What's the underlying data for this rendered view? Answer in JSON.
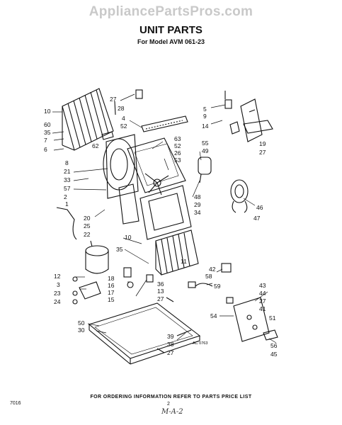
{
  "watermark": "AppliancePartsPros.com",
  "header": {
    "title": "UNIT PARTS",
    "subtitle": "For Model AVM 061-23"
  },
  "diagram": {
    "callouts": [
      {
        "id": "c27a",
        "text": "27"
      },
      {
        "id": "c28",
        "text": "28"
      },
      {
        "id": "c4",
        "text": "4"
      },
      {
        "id": "c52a",
        "text": "52"
      },
      {
        "id": "c10a",
        "text": "10"
      },
      {
        "id": "c60",
        "text": "60"
      },
      {
        "id": "c35a",
        "text": "35"
      },
      {
        "id": "c7",
        "text": "7"
      },
      {
        "id": "c6",
        "text": "6"
      },
      {
        "id": "c62",
        "text": "62"
      },
      {
        "id": "c8",
        "text": "8"
      },
      {
        "id": "c21",
        "text": "21"
      },
      {
        "id": "c33",
        "text": "33"
      },
      {
        "id": "c57",
        "text": "57"
      },
      {
        "id": "c63",
        "text": "63"
      },
      {
        "id": "c52b",
        "text": "52"
      },
      {
        "id": "c26",
        "text": "26"
      },
      {
        "id": "c53",
        "text": "53"
      },
      {
        "id": "c5",
        "text": "5"
      },
      {
        "id": "c9",
        "text": "9"
      },
      {
        "id": "c14",
        "text": "14"
      },
      {
        "id": "c55",
        "text": "55"
      },
      {
        "id": "c49",
        "text": "49"
      },
      {
        "id": "c19",
        "text": "19"
      },
      {
        "id": "c27b",
        "text": "27"
      },
      {
        "id": "c2",
        "text": "2"
      },
      {
        "id": "c1",
        "text": "1"
      },
      {
        "id": "c20",
        "text": "20"
      },
      {
        "id": "c25",
        "text": "25"
      },
      {
        "id": "c22",
        "text": "22"
      },
      {
        "id": "c48",
        "text": "48"
      },
      {
        "id": "c29",
        "text": "29"
      },
      {
        "id": "c34",
        "text": "34"
      },
      {
        "id": "c46",
        "text": "46"
      },
      {
        "id": "c47",
        "text": "47"
      },
      {
        "id": "c10b",
        "text": "10"
      },
      {
        "id": "c35b",
        "text": "35"
      },
      {
        "id": "c11",
        "text": "11"
      },
      {
        "id": "c12",
        "text": "12"
      },
      {
        "id": "c3",
        "text": "3"
      },
      {
        "id": "c23",
        "text": "23"
      },
      {
        "id": "c24",
        "text": "24"
      },
      {
        "id": "c18",
        "text": "18"
      },
      {
        "id": "c16",
        "text": "16"
      },
      {
        "id": "c17",
        "text": "17"
      },
      {
        "id": "c15",
        "text": "15"
      },
      {
        "id": "c36",
        "text": "36"
      },
      {
        "id": "c13",
        "text": "13"
      },
      {
        "id": "c27c",
        "text": "27"
      },
      {
        "id": "c42",
        "text": "42"
      },
      {
        "id": "c58",
        "text": "58"
      },
      {
        "id": "c59",
        "text": "59"
      },
      {
        "id": "c43",
        "text": "43"
      },
      {
        "id": "c44",
        "text": "44"
      },
      {
        "id": "c27d",
        "text": "27"
      },
      {
        "id": "c41",
        "text": "41"
      },
      {
        "id": "c51",
        "text": "51"
      },
      {
        "id": "c54",
        "text": "54"
      },
      {
        "id": "c50",
        "text": "50"
      },
      {
        "id": "c30",
        "text": "30"
      },
      {
        "id": "c39",
        "text": "39"
      },
      {
        "id": "c38",
        "text": "38"
      },
      {
        "id": "c27e",
        "text": "27"
      },
      {
        "id": "c56",
        "text": "56"
      },
      {
        "id": "c45",
        "text": "45"
      }
    ],
    "ref_code": "AC 0763"
  },
  "footer": {
    "note": "FOR ORDERING INFORMATION REFER TO PARTS PRICE LIST",
    "code": "7016",
    "page": "2",
    "signature": "M-A-2"
  }
}
